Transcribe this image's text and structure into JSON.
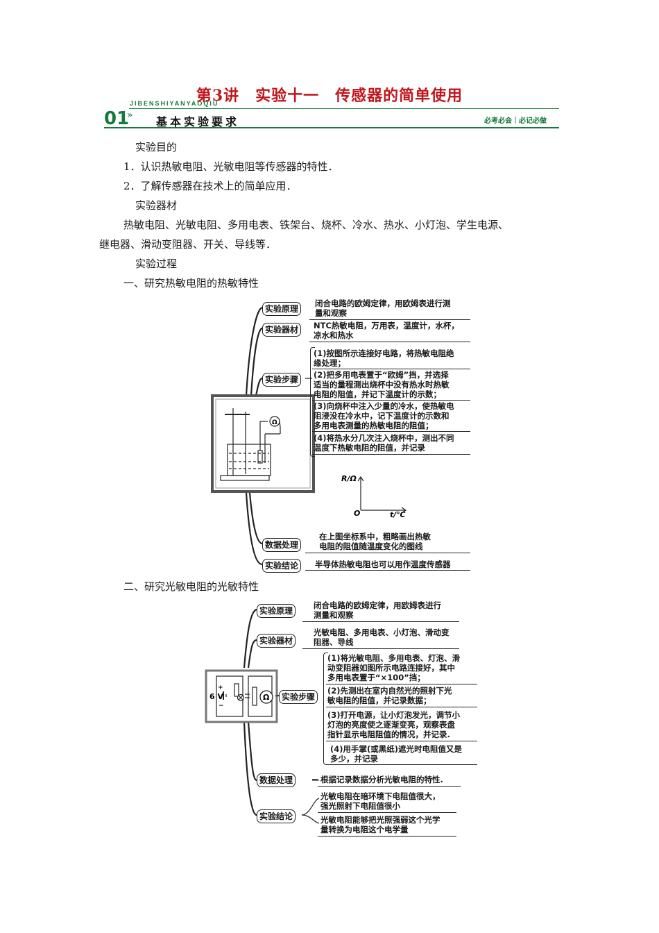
{
  "title": "第3讲　实验十一　传感器的简单使用",
  "section_header": {
    "number": "01",
    "pinyin": "JIBENSHIYANYAOQIU",
    "arrow": "»",
    "label": "基本实验要求",
    "right_tag": "必考必会｜必记必做"
  },
  "body": {
    "purpose_heading": "实验目的",
    "purpose_1": "1．认识热敏电阻、光敏电阻等传感器的特性．",
    "purpose_2": "2．了解传感器在技术上的简单应用．",
    "equipment_heading": "实验器材",
    "equipment_line1": "热敏电阻、光敏电阻、多用电表、铁架台、烧杯、冷水、热水、小灯泡、学生电源、",
    "equipment_line2": "继电器、滑动变阻器、开关、导线等．",
    "process_heading": "实验过程",
    "part1_heading": "一、研究热敏电阻的热敏特性",
    "part2_heading": "二、研究光敏电阻的光敏特性"
  },
  "diagram1": {
    "labels": {
      "principle": "实验原理",
      "equipment": "实验器材",
      "steps": "实验步骤",
      "data": "数据处理",
      "conclusion": "实验结论"
    },
    "principle_l1": "闭合电路的欧姆定律，用欧姆表进行测",
    "principle_l2": "量和观察",
    "equipment_l1": "NTC热敏电阻，万用表，温度计，水杯，",
    "equipment_l2": "凉水和热水",
    "step1_l1": "(1)按图所示连接好电路，将热敏电阻绝",
    "step1_l2": "缘处理；",
    "step2_l1": "(2)把多用电表置于“欧姆”挡，并选择",
    "step2_l2": "适当的量程测出烧杯中没有热水时热敏",
    "step2_l3": "电阻的阻值，并记下温度计的示数；",
    "step3_l1": "(3)向烧杯中注入少量的冷水，使热敏电",
    "step3_l2": "阻浸没在冷水中，记下温度计的示数和",
    "step3_l3": "多用电表测量的热敏电阻的阻值；",
    "step4_l1": "(4)将热水分几次注入烧杯中，测出不同",
    "step4_l2": "温度下热敏电阻的阻值，并记录",
    "graph_y": "R/Ω",
    "graph_x": "t/℃",
    "graph_origin": "O",
    "data_l1": "在上图坐标系中，粗略画出热敏",
    "data_l2": "电阻的阻值随温度变化的图线",
    "conclusion": "半导体热敏电阻也可以用作温度传感器",
    "ohm_symbol": "Ω"
  },
  "diagram2": {
    "labels": {
      "principle": "实验原理",
      "equipment": "实验器材",
      "steps": "实验步骤",
      "data": "数据处理",
      "conclusion": "实验结论"
    },
    "principle_l1": "闭合电路的欧姆定律，用欧姆表进行",
    "principle_l2": "测量和观察",
    "equipment_l1": "光敏电阻、多用电表、小灯泡、滑动变",
    "equipment_l2": "阻器、导线",
    "step1_l1": "(1)将光敏电阻、多用电表、灯泡、滑",
    "step1_l2": "动变阻器如图所示电路连接好，其中",
    "step1_l3": "多用电表置于“×100”挡；",
    "step2_l1": "(2)先测出在室内自然光的照射下光",
    "step2_l2": "敏电阻的阻值，并记录数据；",
    "step3_l1": "(3)打开电源，让小灯泡发光，调节小",
    "step3_l2": "灯泡的亮度使之逐渐变亮，观察表盘",
    "step3_l3": "指针显示电阻阻值的情况，并记录.",
    "step4_l1": "(4)用手掌(或黑纸)遮光时电阻值又是",
    "step4_l2": "多少，并记录",
    "data": "根据记录数据分析光敏电阻的特性.",
    "conclusion1_l1": "光敏电阻在暗环境下电阻值很大，",
    "conclusion1_l2": "强光照射下电阻值很小",
    "conclusion2_l1": "光敏电阻能够把光照强弱这个光学",
    "conclusion2_l2": "量转换为电阻这个电学量",
    "circuit_voltage": "6 V",
    "circuit_plus": "+",
    "circuit_minus": "−",
    "ohm_symbol": "Ω"
  }
}
